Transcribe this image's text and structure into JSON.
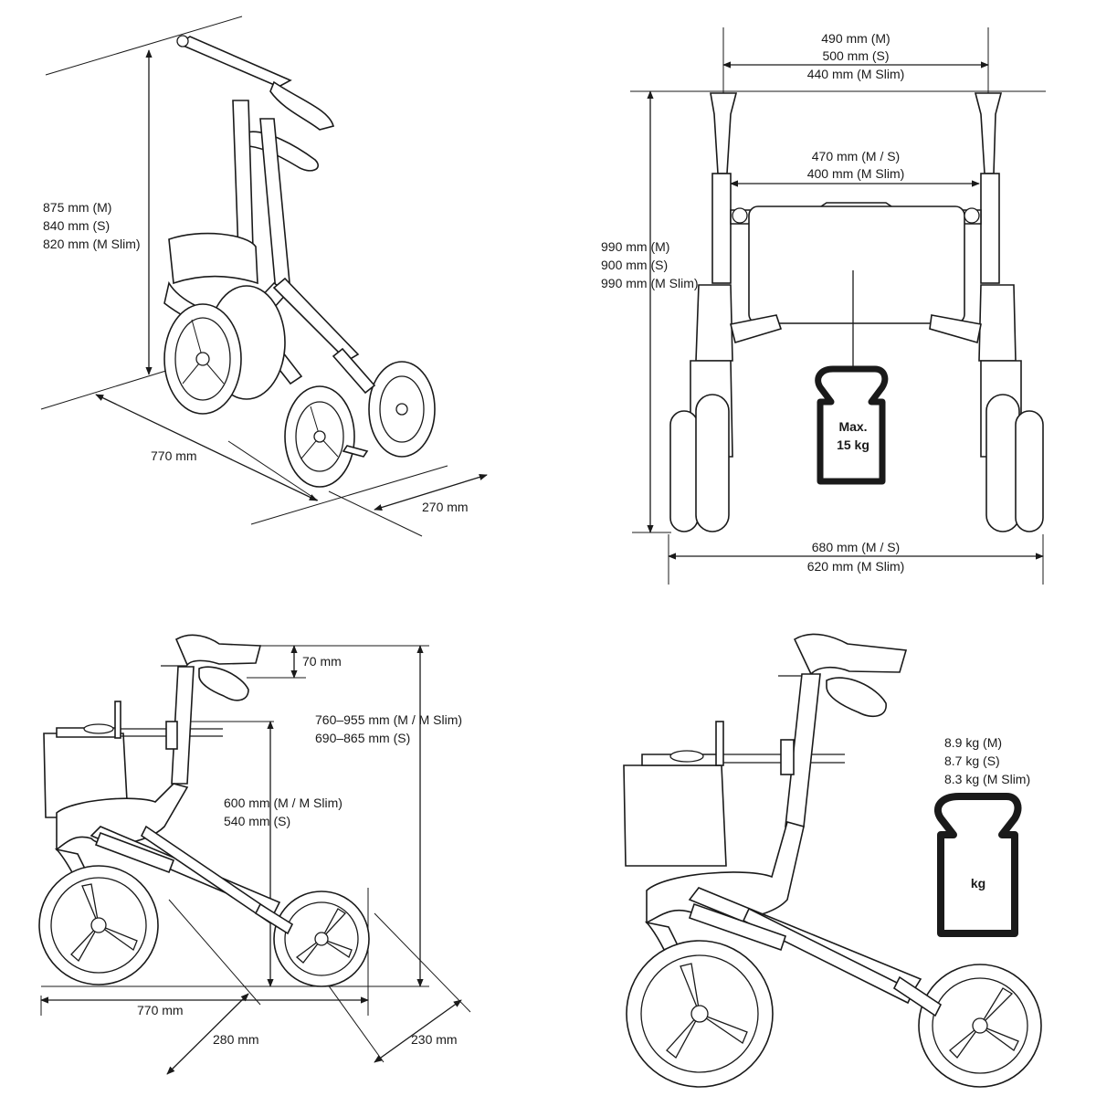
{
  "views": {
    "perspective": {
      "height": [
        "875 mm (M)",
        "840 mm (S)",
        "820 mm (M Slim)"
      ],
      "length": "770 mm",
      "depth": "270 mm"
    },
    "front": {
      "handle_width": [
        "490 mm (M)",
        "500 mm (S)",
        "440 mm (M Slim)"
      ],
      "inner_width": [
        "470 mm (M / S)",
        "400 mm (M Slim)"
      ],
      "height": [
        "990 mm (M)",
        "900 mm (S)",
        "990 mm (M Slim)"
      ],
      "base_width": [
        "680 mm (M / S)",
        "620 mm (M Slim)"
      ],
      "max_load": [
        "Max.",
        "15 kg"
      ]
    },
    "side": {
      "handle_drop": "70 mm",
      "handle_height": [
        "760–955 mm (M / M Slim)",
        "690–865 mm (S)"
      ],
      "seat_height": [
        "600 mm (M / M Slim)",
        "540 mm (S)"
      ],
      "length": "770 mm",
      "front_depth": "280 mm",
      "rear_depth": "230 mm"
    },
    "weight": {
      "values": [
        "8.9 kg (M)",
        "8.7 kg (S)",
        "8.3 kg (M Slim)"
      ],
      "unit": "kg"
    }
  }
}
